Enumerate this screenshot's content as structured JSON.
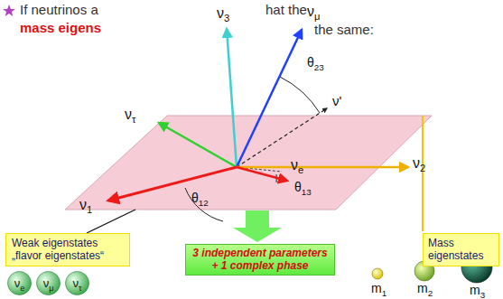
{
  "diagram": {
    "nodes": [
      {
        "text": [
          "Weak eigenstates „flavor eigenstates“"
        ]
      },
      {
        "text": [
          "νe"
        ]
      },
      {
        "text": [
          "νμ"
        ]
      },
      {
        "text": [
          "ντ"
        ]
      },
      {
        "text": [
          "3 independent parameters + 1 complex phase"
        ]
      },
      {
        "text": [
          "Mass eigenstates"
        ]
      }
    ],
    "labels": [
      "If neutrinos a",
      "hat the",
      "mass eigens",
      "the same:",
      "ν3",
      "νμ",
      "θ23",
      "ν'",
      "ντ",
      "ν2",
      "νe",
      "θ13",
      "θ12",
      "ν1",
      "m1",
      "m2",
      "m3"
    ]
  }
}
